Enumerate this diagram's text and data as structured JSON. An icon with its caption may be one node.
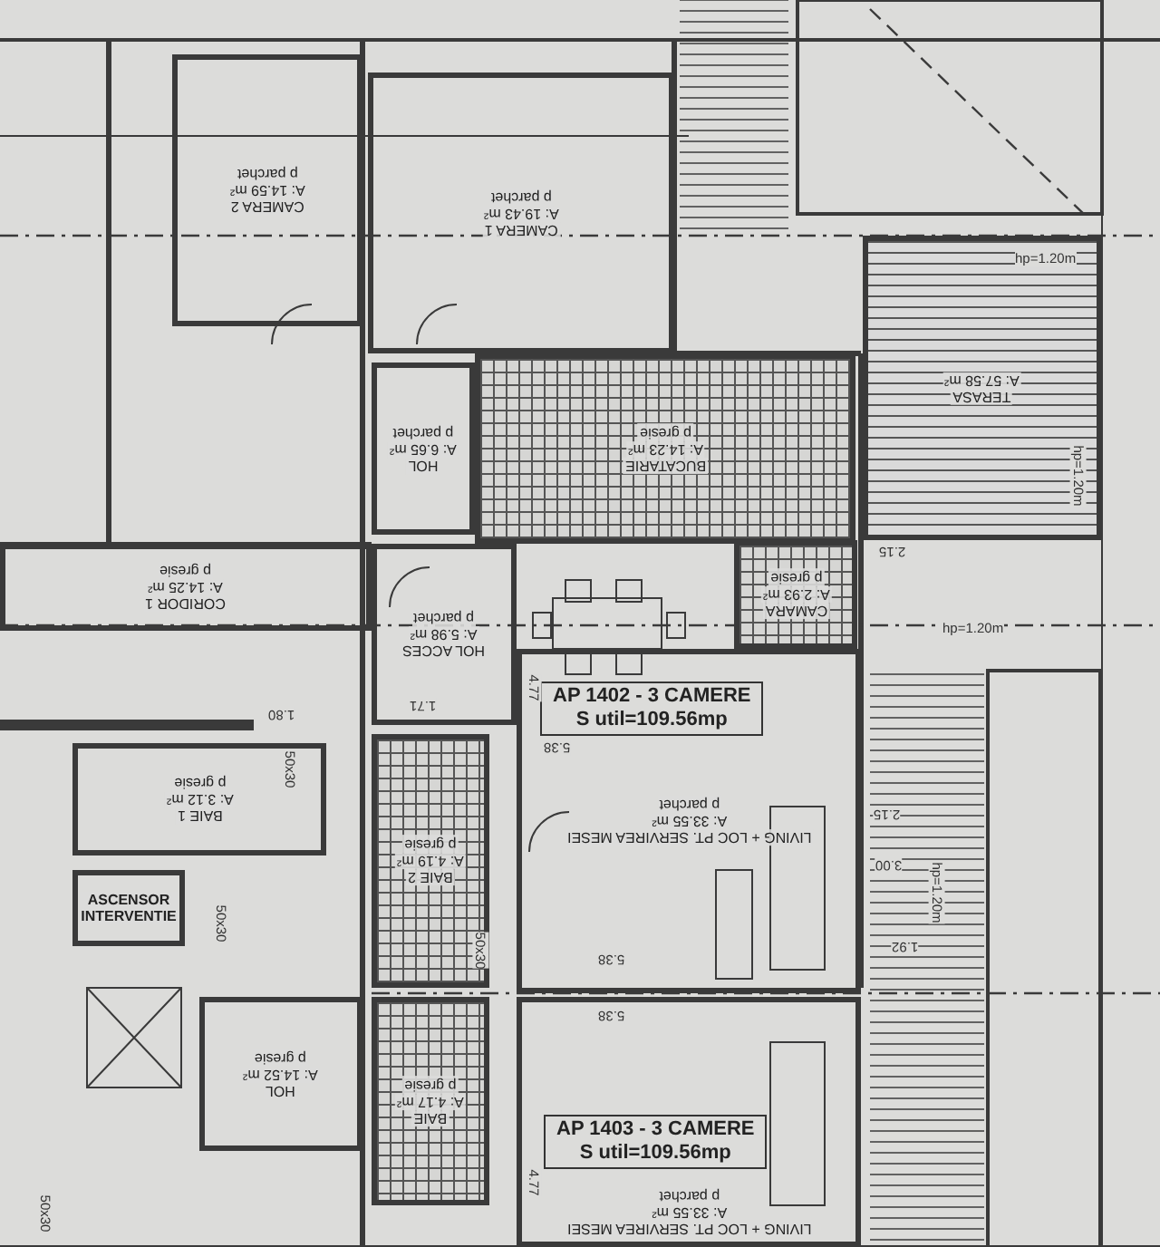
{
  "diagram": {
    "nodes": [
      {
        "text": [
          "CAMERA 2",
          "A: 14.59 m²",
          "p parchet"
        ]
      },
      {
        "text": [
          "CAMERA 1",
          "A: 19.43 m²",
          "p parchet"
        ]
      },
      {
        "text": [
          "HOL",
          "A: 6.65 m²",
          "p parchet"
        ]
      },
      {
        "text": [
          "BUCATARIE",
          "A: 14.23 m²",
          "p gresie"
        ]
      },
      {
        "text": [
          "TERASA",
          "A: 57.58 m²"
        ]
      },
      {
        "text": [
          "CORIDOR 1",
          "A: 14.25 m²",
          "p gresie"
        ]
      },
      {
        "text": [
          "HOL ACCES",
          "A: 5.98 m²",
          "p parchet"
        ]
      },
      {
        "text": [
          "CAMARA",
          "A: 2.93 m²",
          "p gresie"
        ]
      },
      {
        "text": [
          "LIVING + LOC PT. SERVIREA MESEI",
          "A: 33.55 m²",
          "p parchet"
        ]
      },
      {
        "text": [
          "AP 1402 - 3 CAMERE",
          "S util=109.56mp"
        ],
        "in": 8
      },
      {
        "text": [
          "BAIE 1",
          "A: 3.12 m²",
          "p gresie"
        ]
      },
      {
        "text": [
          "BAIE 2",
          "A: 4.19 m²",
          "p gresie"
        ]
      },
      {
        "text": [
          "ASCENSOR INTERVENTIE"
        ]
      },
      {
        "text": [
          "HOL",
          "A: 14.52 m²",
          "p gresie"
        ]
      },
      {
        "text": [
          "BAIE",
          "A: 4.17 m²",
          "p gresie"
        ]
      },
      {
        "text": [
          "LIVING + LOC PT. SERVIREA MESEI",
          "A: 33.55 m²",
          "p parchet"
        ]
      },
      {
        "text": [
          "AP 1403 - 3 CAMERE",
          "S util=109.56mp"
        ],
        "in": 15
      }
    ],
    "labels": [
      "hp=1.20m",
      "hp=1.20m",
      "hp=1.20m",
      "hp=1.20m",
      "5.38",
      "5.38",
      "5.38",
      "1.71",
      "4.77",
      "4.77",
      "2.15",
      "2.15",
      "3.00",
      "1.92",
      "1.80",
      "50x30",
      "50x30",
      "50x30",
      "50x30"
    ]
  }
}
